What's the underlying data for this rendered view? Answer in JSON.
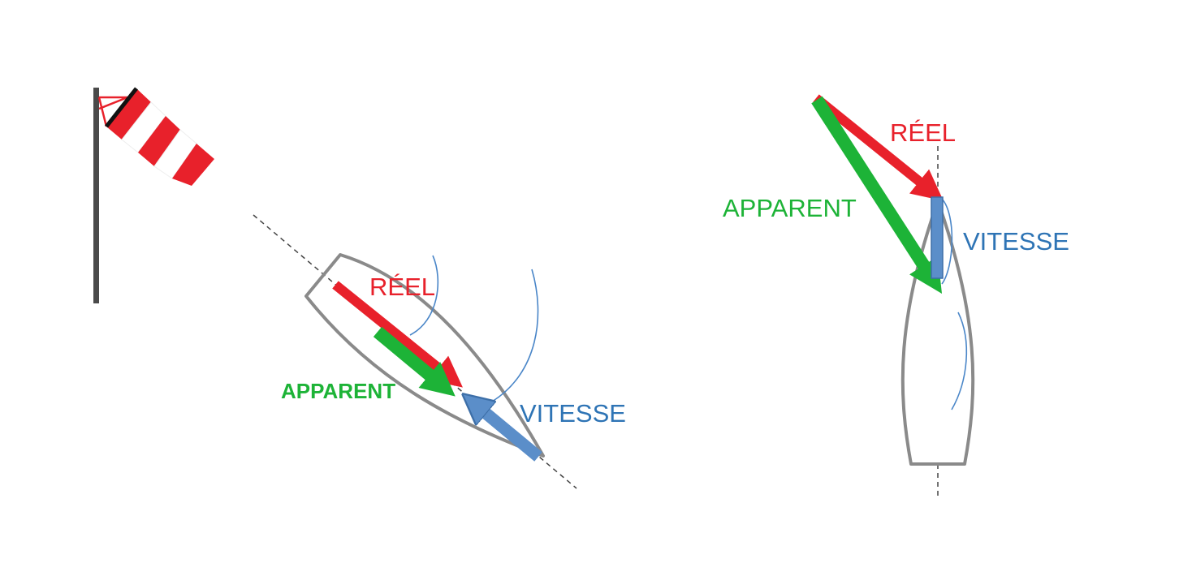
{
  "colors": {
    "reel": "#e8212b",
    "apparent": "#1db337",
    "vitesse": "#5b8ec9",
    "vitesse_text": "#2e74b5",
    "hull": "#8a8a8a",
    "sail": "#4a86c8",
    "mast": "#4a4a4a"
  },
  "left_scene": {
    "windsock": {
      "icon": "windsock-icon"
    },
    "labels": {
      "reel": "RÉEL",
      "apparent": "APPARENT",
      "vitesse": "VITESSE"
    }
  },
  "right_scene": {
    "labels": {
      "reel": "RÉEL",
      "apparent": "APPARENT",
      "vitesse": "VITESSE"
    }
  }
}
